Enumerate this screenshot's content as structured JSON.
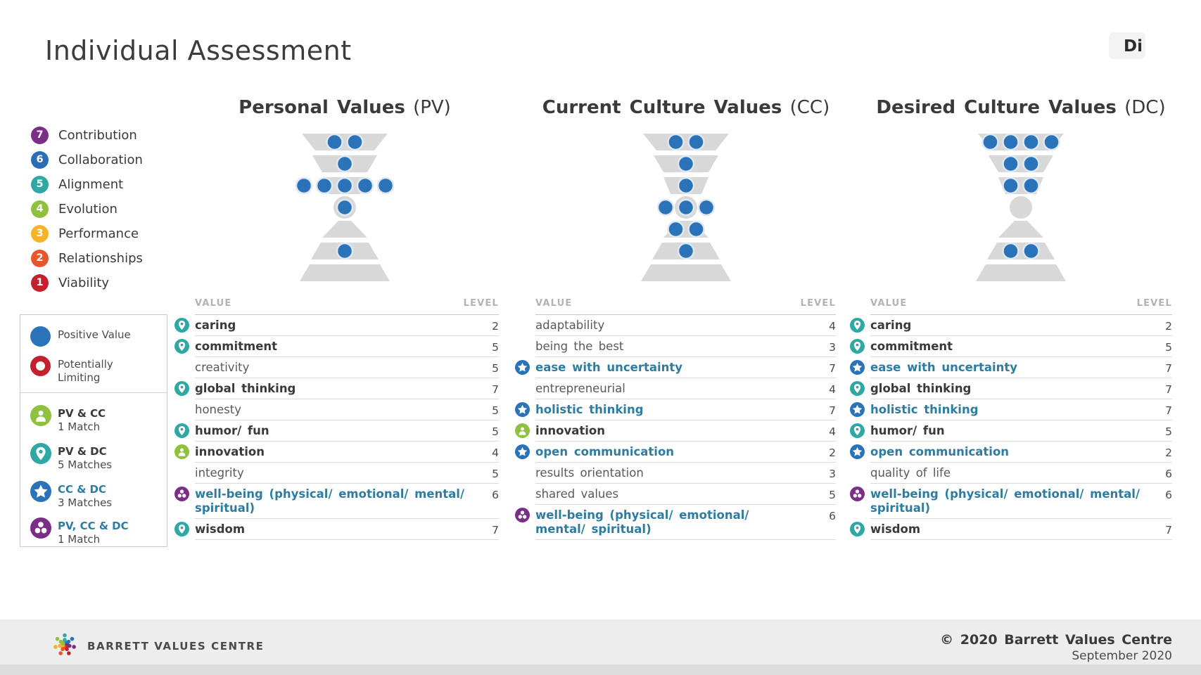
{
  "page": {
    "title": "Individual Assessment",
    "person_name": "Di"
  },
  "levels_scale": [
    {
      "number": "7",
      "label": "Contribution",
      "color": "#7B2E88"
    },
    {
      "number": "6",
      "label": "Collaboration",
      "color": "#2A6EB5"
    },
    {
      "number": "5",
      "label": "Alignment",
      "color": "#2EA8A4"
    },
    {
      "number": "4",
      "label": "Evolution",
      "color": "#8FC13F"
    },
    {
      "number": "3",
      "label": "Performance",
      "color": "#F5B32A"
    },
    {
      "number": "2",
      "label": "Relationships",
      "color": "#E8572B"
    },
    {
      "number": "1",
      "label": "Viability",
      "color": "#C4212E"
    }
  ],
  "dot_legend": [
    {
      "icon": "positive-value-dot",
      "label": "Positive Value"
    },
    {
      "icon": "potentially-limiting-ring",
      "label": "Potentially Limiting"
    }
  ],
  "match_legend": [
    {
      "icon": "person",
      "label": "PV & CC",
      "count": "1 Match",
      "emphasis": "dark"
    },
    {
      "icon": "pin",
      "label": "PV & DC",
      "count": "5 Matches",
      "emphasis": "dark"
    },
    {
      "icon": "star",
      "label": "CC & DC",
      "count": "3 Matches",
      "emphasis": "blue"
    },
    {
      "icon": "group",
      "label": "PV, CC & DC",
      "count": "1 Match",
      "emphasis": "blue"
    }
  ],
  "table_headers": {
    "value": "VALUE",
    "level": "LEVEL"
  },
  "columns": [
    {
      "title": "Personal Values",
      "abbr": "(PV)",
      "funnel_dots": [
        2,
        1,
        5,
        1,
        0,
        1,
        0
      ],
      "rows": [
        {
          "value": "caring",
          "level": "2",
          "icon": "pin",
          "emphasis": "dark"
        },
        {
          "value": "commitment",
          "level": "5",
          "icon": "pin",
          "emphasis": "dark"
        },
        {
          "value": "creativity",
          "level": "5",
          "icon": null,
          "emphasis": "plain"
        },
        {
          "value": "global thinking",
          "level": "7",
          "icon": "pin",
          "emphasis": "dark"
        },
        {
          "value": "honesty",
          "level": "5",
          "icon": null,
          "emphasis": "plain"
        },
        {
          "value": "humor/ fun",
          "level": "5",
          "icon": "pin",
          "emphasis": "dark"
        },
        {
          "value": "innovation",
          "level": "4",
          "icon": "person",
          "emphasis": "dark"
        },
        {
          "value": "integrity",
          "level": "5",
          "icon": null,
          "emphasis": "plain"
        },
        {
          "value": "well-being (physical/ emotional/ mental/ spiritual)",
          "level": "6",
          "icon": "group",
          "emphasis": "blue"
        },
        {
          "value": "wisdom",
          "level": "7",
          "icon": "pin",
          "emphasis": "dark"
        }
      ]
    },
    {
      "title": "Current Culture Values",
      "abbr": "(CC)",
      "funnel_dots": [
        2,
        1,
        1,
        3,
        2,
        1,
        0
      ],
      "rows": [
        {
          "value": "adaptability",
          "level": "4",
          "icon": null,
          "emphasis": "plain"
        },
        {
          "value": "being the best",
          "level": "3",
          "icon": null,
          "emphasis": "plain"
        },
        {
          "value": "ease with uncertainty",
          "level": "7",
          "icon": "star",
          "emphasis": "blue"
        },
        {
          "value": "entrepreneurial",
          "level": "4",
          "icon": null,
          "emphasis": "plain"
        },
        {
          "value": "holistic thinking",
          "level": "7",
          "icon": "star",
          "emphasis": "blue"
        },
        {
          "value": "innovation",
          "level": "4",
          "icon": "person",
          "emphasis": "dark"
        },
        {
          "value": "open communication",
          "level": "2",
          "icon": "star",
          "emphasis": "blue"
        },
        {
          "value": "results orientation",
          "level": "3",
          "icon": null,
          "emphasis": "plain"
        },
        {
          "value": "shared values",
          "level": "5",
          "icon": null,
          "emphasis": "plain"
        },
        {
          "value": "well-being (physical/ emotional/ mental/ spiritual)",
          "level": "6",
          "icon": "group",
          "emphasis": "blue"
        }
      ]
    },
    {
      "title": "Desired Culture Values",
      "abbr": "(DC)",
      "funnel_dots": [
        4,
        2,
        2,
        0,
        0,
        2,
        0
      ],
      "rows": [
        {
          "value": "caring",
          "level": "2",
          "icon": "pin",
          "emphasis": "dark"
        },
        {
          "value": "commitment",
          "level": "5",
          "icon": "pin",
          "emphasis": "dark"
        },
        {
          "value": "ease with uncertainty",
          "level": "7",
          "icon": "star",
          "emphasis": "blue"
        },
        {
          "value": "global thinking",
          "level": "7",
          "icon": "pin",
          "emphasis": "dark"
        },
        {
          "value": "holistic thinking",
          "level": "7",
          "icon": "star",
          "emphasis": "blue"
        },
        {
          "value": "humor/ fun",
          "level": "5",
          "icon": "pin",
          "emphasis": "dark"
        },
        {
          "value": "open communication",
          "level": "2",
          "icon": "star",
          "emphasis": "blue"
        },
        {
          "value": "quality of life",
          "level": "6",
          "icon": null,
          "emphasis": "plain"
        },
        {
          "value": "well-being (physical/ emotional/ mental/ spiritual)",
          "level": "6",
          "icon": "group",
          "emphasis": "blue"
        },
        {
          "value": "wisdom",
          "level": "7",
          "icon": "pin",
          "emphasis": "dark"
        }
      ]
    }
  ],
  "footer": {
    "logo_icon": "barrett-pinwheel-icon",
    "logo_text": "BARRETT VALUES CENTRE",
    "copyright": "© 2020 Barrett Values Centre",
    "date": "September 2020"
  },
  "colors": {
    "dot_blue": "#2B73B9",
    "limiting_red": "#C4212E",
    "pin_teal": "#2EA8A4",
    "person_green": "#8FC13F",
    "star_blue": "#2B73B9",
    "group_purple": "#7B2E88",
    "funnel_gray": "#D8D8D8",
    "accent_blue_text": "#2F7CA3",
    "footer_bg": "#EDEDED"
  }
}
